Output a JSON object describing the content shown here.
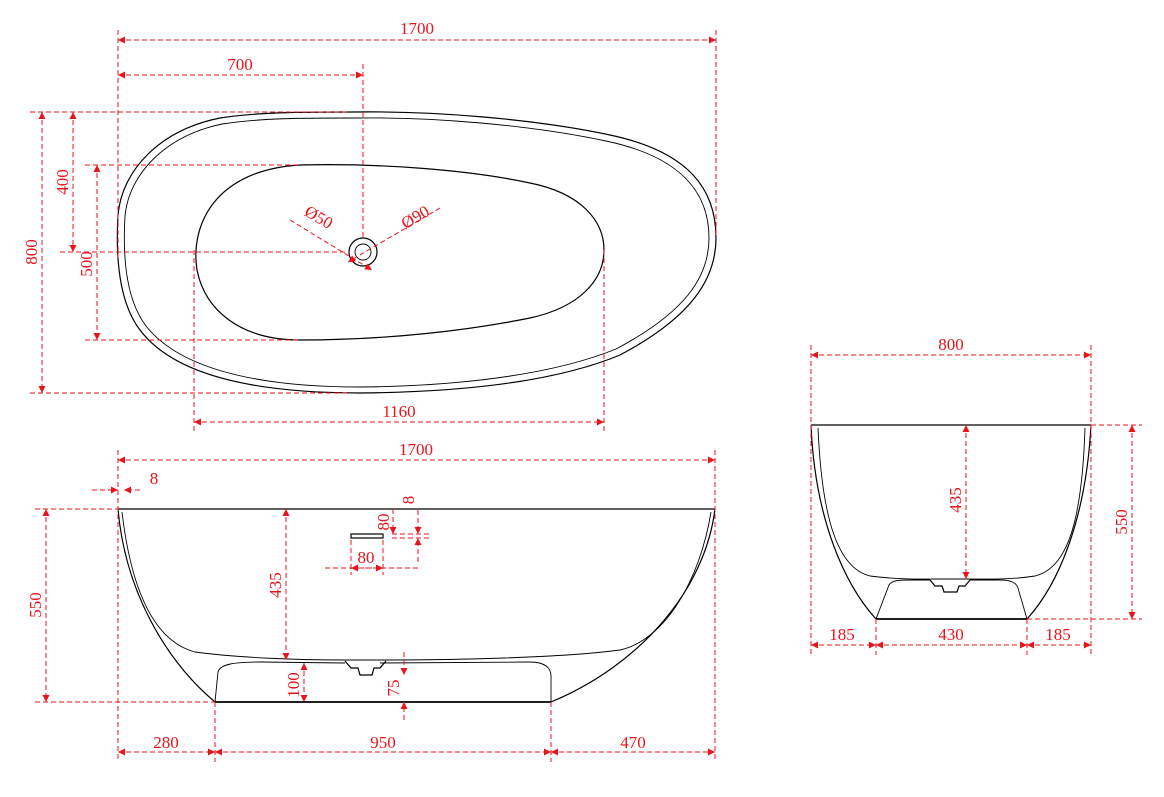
{
  "colors": {
    "dimension": "#e8141b",
    "outline": "#000000",
    "background": "#ffffff"
  },
  "top_view": {
    "overall_length": "1700",
    "drain_offset": "700",
    "overall_width": "800",
    "drain_to_edge": "400",
    "inner_width": "500",
    "inner_length": "1160",
    "drain_dia_small": "Ø50",
    "drain_dia_large": "Ø90"
  },
  "side_view": {
    "overall_length": "1700",
    "rim_thickness": "8",
    "overflow_height": "80",
    "overflow_offset": "8",
    "overflow_width": "80",
    "inner_depth": "435",
    "overall_height": "550",
    "base_recess": "100",
    "drain_height": "75",
    "base_left": "280",
    "base_length": "950",
    "base_right": "470"
  },
  "end_view": {
    "overall_width": "800",
    "inner_depth": "435",
    "overall_height": "550",
    "base_left": "185",
    "base_width": "430",
    "base_right": "185"
  }
}
